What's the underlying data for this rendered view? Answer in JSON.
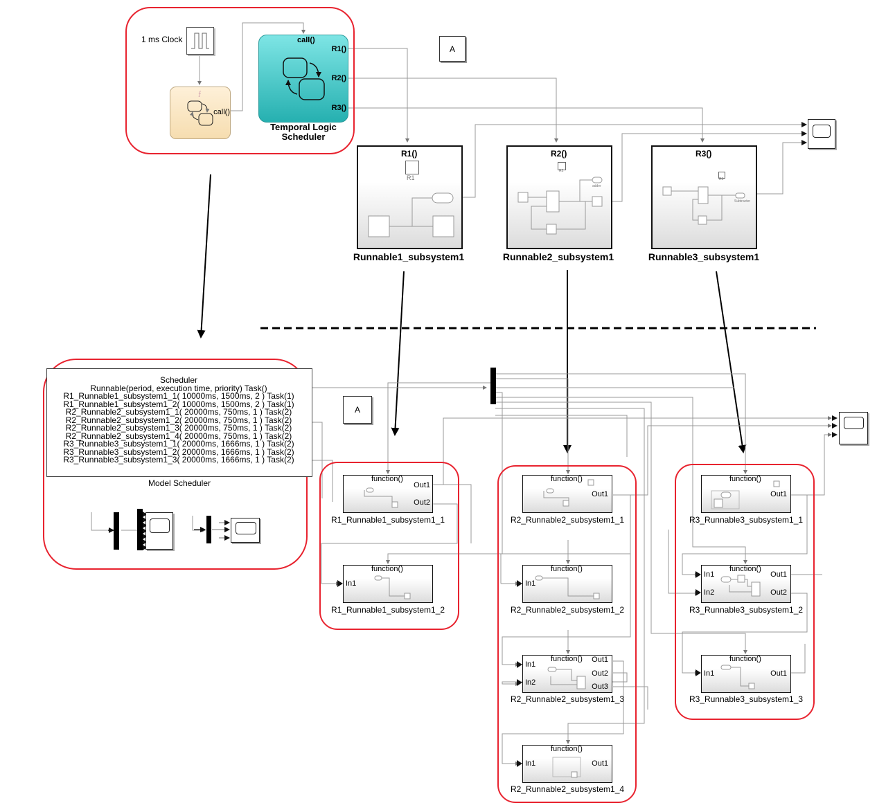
{
  "clock": {
    "label": "1 ms Clock"
  },
  "chart_small": {
    "output": "call()"
  },
  "temporal_scheduler": {
    "input": "call()",
    "outputs": [
      "R1()",
      "R2()",
      "R3()"
    ],
    "title_line1": "Temporal Logic",
    "title_line2": "Scheduler"
  },
  "goto_tags": [
    "A",
    "A"
  ],
  "top_subsystems": [
    {
      "trigger": "R1()",
      "inner_label": "R1",
      "name": "Runnable1_subsystem1"
    },
    {
      "trigger": "R2()",
      "inner_label": "R2",
      "inner_extra": "adder",
      "name": "Runnable2_subsystem1"
    },
    {
      "trigger": "R3()",
      "inner_label": "R3",
      "inner_extra": "Subtracter",
      "name": "Runnable3_subsystem1"
    }
  ],
  "scheduler": {
    "lines": [
      "Scheduler",
      "Runnable(period, execution time, priority) Task()",
      "R1_Runnable1_subsystem1_1( 10000ms, 1500ms, 2 ) Task(1)",
      "R1_Runnable1_subsystem1_2( 10000ms, 1500ms, 2 ) Task(1)",
      "R2_Runnable2_subsystem1_1( 20000ms, 750ms, 1 ) Task(2)",
      "R2_Runnable2_subsystem1_2( 20000ms, 750ms, 1 ) Task(2)",
      "R2_Runnable2_subsystem1_3( 20000ms, 750ms, 1 ) Task(2)",
      "R2_Runnable2_subsystem1_4( 20000ms, 750ms, 1 ) Task(2)",
      "R3_Runnable3_subsystem1_1( 20000ms, 1666ms, 1 ) Task(2)",
      "R3_Runnable3_subsystem1_2( 20000ms, 1666ms, 1 ) Task(2)",
      "R3_Runnable3_subsystem1_3( 20000ms, 1666ms, 1 ) Task(2)"
    ],
    "caption": "Model Scheduler"
  },
  "bottom_subsystems": [
    {
      "trigger": "function()",
      "name": "R1_Runnable1_subsystem1_1",
      "ports_in": [],
      "ports_out": [
        "Out1",
        "Out2"
      ]
    },
    {
      "trigger": "function()",
      "name": "R1_Runnable1_subsystem1_2",
      "ports_in": [
        "In1"
      ],
      "ports_out": []
    },
    {
      "trigger": "function()",
      "name": "R2_Runnable2_subsystem1_1",
      "ports_in": [],
      "ports_out": [
        "Out1"
      ]
    },
    {
      "trigger": "function()",
      "name": "R2_Runnable2_subsystem1_2",
      "ports_in": [
        "In1"
      ],
      "ports_out": []
    },
    {
      "trigger": "function()",
      "name": "R2_Runnable2_subsystem1_3",
      "ports_in": [
        "In1",
        "In2"
      ],
      "ports_out": [
        "Out1",
        "Out2",
        "Out3"
      ]
    },
    {
      "trigger": "function()",
      "name": "R2_Runnable2_subsystem1_4",
      "ports_in": [
        "In1"
      ],
      "ports_out": [
        "Out1"
      ]
    },
    {
      "trigger": "function()",
      "name": "R3_Runnable3_subsystem1_1",
      "ports_in": [],
      "ports_out": [
        "Out1"
      ]
    },
    {
      "trigger": "function()",
      "name": "R3_Runnable3_subsystem1_2",
      "ports_in": [
        "In1",
        "In2"
      ],
      "ports_out": [
        "Out1",
        "Out2"
      ]
    },
    {
      "trigger": "function()",
      "name": "R3_Runnable3_subsystem1_3",
      "ports_in": [
        "In1"
      ],
      "ports_out": [
        "Out1"
      ]
    }
  ],
  "colors": {
    "highlight": "#e8232f",
    "stateflow_teal": "#2fc9c9",
    "stateflow_tan": "#fbe6c4"
  }
}
